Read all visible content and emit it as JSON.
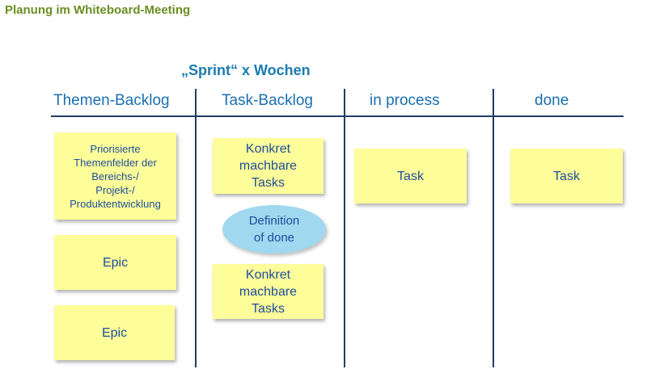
{
  "title": "Planung im Whiteboard-Meeting",
  "sprint_label": "„Sprint“ x Wochen",
  "columns": [
    {
      "header": "Themen-Backlog"
    },
    {
      "header": "Task-Backlog"
    },
    {
      "header": "in process"
    },
    {
      "header": "done"
    }
  ],
  "themen_backlog": {
    "notes": [
      "Priorisierte\nThemenfelder der\nBereichs-/\nProjekt-/\nProduktentwicklung",
      "Epic",
      "Epic"
    ]
  },
  "task_backlog": {
    "notes": [
      "Konkret\nmachbare\nTasks",
      "Konkret\nmachbare\nTasks"
    ],
    "definition_of_done": "Definition\nof done"
  },
  "in_process": {
    "notes": [
      "Task"
    ]
  },
  "done": {
    "notes": [
      "Task"
    ]
  },
  "colors": {
    "note": "#fdfd9a",
    "ellipse": "#9fd8ef",
    "header_text": "#1a6fb0",
    "title_text": "#6b8e23",
    "lines": "#1f3c66"
  }
}
